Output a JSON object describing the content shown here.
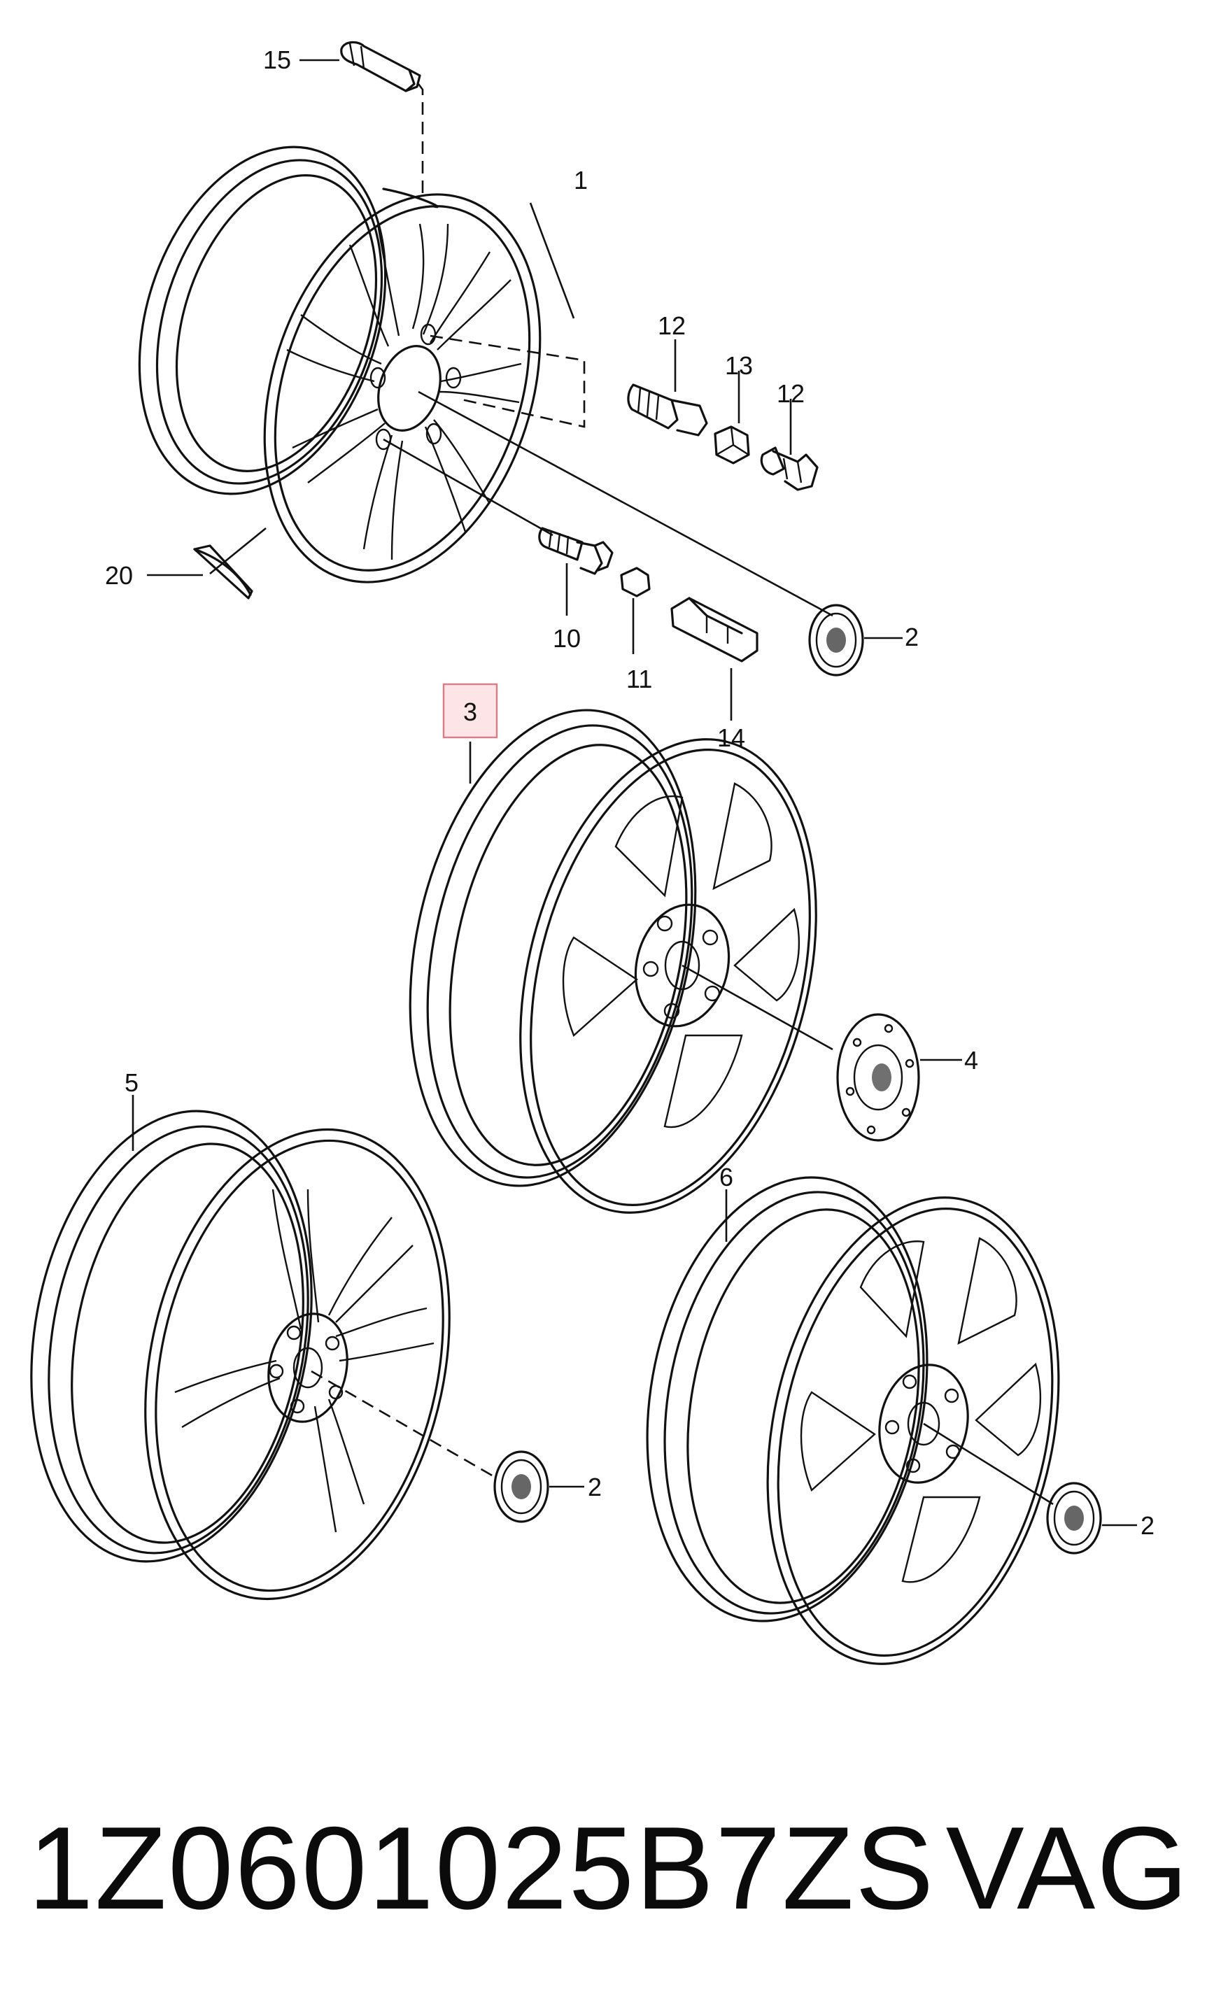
{
  "callouts": {
    "c1": "1",
    "c2a": "2",
    "c2b": "2",
    "c2c": "2",
    "c3": "3",
    "c4": "4",
    "c5": "5",
    "c6": "6",
    "c10": "10",
    "c11": "11",
    "c12a": "12",
    "c12b": "12",
    "c13": "13",
    "c14": "14",
    "c15": "15",
    "c20": "20"
  },
  "caption": {
    "part_number": "1Z0601025B7ZS",
    "brand": "VAG"
  },
  "colors": {
    "line": "#111111",
    "highlight_fill": "#fde4e7",
    "highlight_stroke": "#e07a86"
  }
}
